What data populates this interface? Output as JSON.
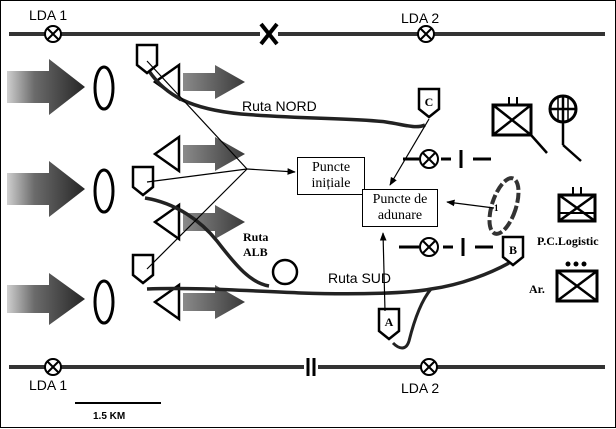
{
  "labels": {
    "lda1_top": "LDA 1",
    "lda2_top": "LDA 2",
    "lda1_bottom": "LDA 1",
    "lda2_bottom": "LDA 2",
    "ruta_nord": "Ruta NORD",
    "ruta_alb_1": "Ruta",
    "ruta_alb_2": "ALB",
    "ruta_sud": "Ruta SUD",
    "point_c": "C",
    "point_b": "B",
    "point_a": "A",
    "unit_number": "1",
    "pc_logistic": "P.C.Logistic",
    "ar": "Ar.",
    "scale": "1.5 KM"
  },
  "boxes": {
    "puncte_initiale_1": "Puncte",
    "puncte_initiale_2": "inițiale",
    "puncte_adunare_1": "Puncte de",
    "puncte_adunare_2": "adunare"
  },
  "icons": {
    "crossing": "circle-x-icon",
    "boundary_x": "x-boundary-icon",
    "boundary_ii": "double-bar-icon"
  }
}
